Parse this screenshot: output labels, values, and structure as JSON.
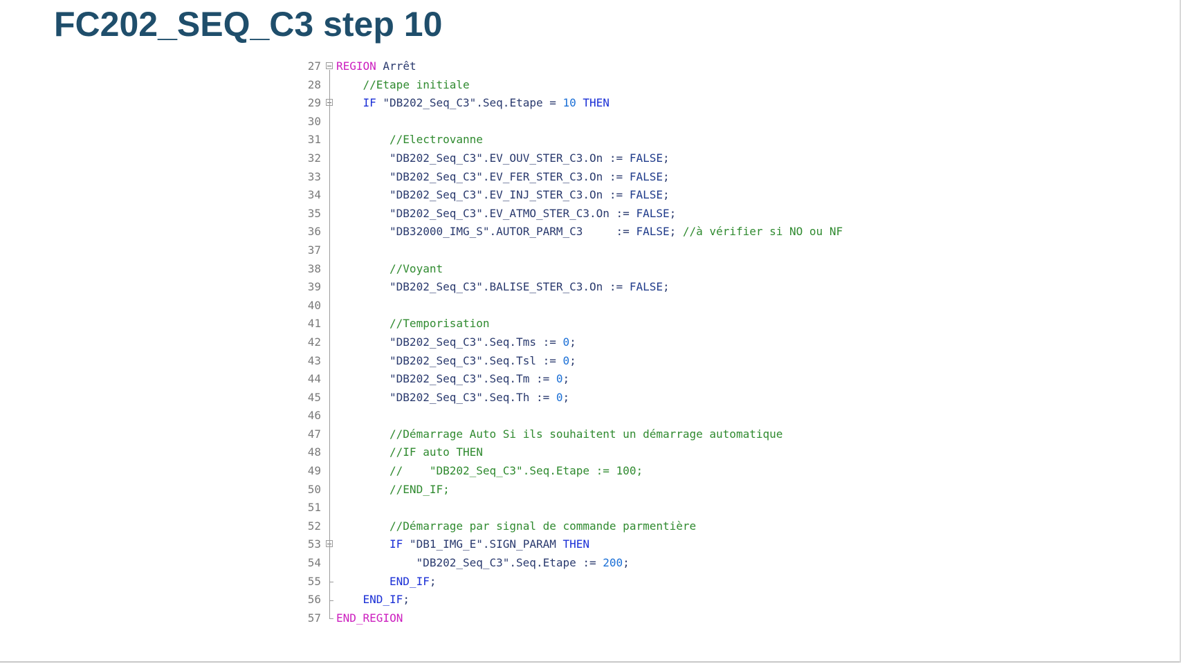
{
  "slide": {
    "title": "FC202_SEQ_C3 step 10"
  },
  "code": {
    "lines": [
      {
        "num": "27",
        "fold": "open",
        "indent": 0,
        "tokens": [
          {
            "t": "REGION",
            "c": "kw-region"
          },
          {
            "t": " Arrêt",
            "c": "ident"
          }
        ]
      },
      {
        "num": "28",
        "indent": 4,
        "tokens": [
          {
            "t": "//Etape initiale",
            "c": "cmt"
          }
        ]
      },
      {
        "num": "29",
        "fold": "open",
        "indent": 4,
        "tokens": [
          {
            "t": "IF",
            "c": "kw"
          },
          {
            "t": " \"DB202_Seq_C3\".Seq.Etape = ",
            "c": "ident"
          },
          {
            "t": "10",
            "c": "num"
          },
          {
            "t": " ",
            "c": "ident"
          },
          {
            "t": "THEN",
            "c": "kw"
          }
        ]
      },
      {
        "num": "30",
        "indent": 0,
        "tokens": []
      },
      {
        "num": "31",
        "indent": 8,
        "tokens": [
          {
            "t": "//Electrovanne",
            "c": "cmt"
          }
        ]
      },
      {
        "num": "32",
        "indent": 8,
        "tokens": [
          {
            "t": "\"DB202_Seq_C3\".EV_OUV_STER_C3.On := ",
            "c": "ident"
          },
          {
            "t": "FALSE",
            "c": "bool"
          },
          {
            "t": ";",
            "c": "ident"
          }
        ]
      },
      {
        "num": "33",
        "indent": 8,
        "tokens": [
          {
            "t": "\"DB202_Seq_C3\".EV_FER_STER_C3.On := ",
            "c": "ident"
          },
          {
            "t": "FALSE",
            "c": "bool"
          },
          {
            "t": ";",
            "c": "ident"
          }
        ]
      },
      {
        "num": "34",
        "indent": 8,
        "tokens": [
          {
            "t": "\"DB202_Seq_C3\".EV_INJ_STER_C3.On := ",
            "c": "ident"
          },
          {
            "t": "FALSE",
            "c": "bool"
          },
          {
            "t": ";",
            "c": "ident"
          }
        ]
      },
      {
        "num": "35",
        "indent": 8,
        "tokens": [
          {
            "t": "\"DB202_Seq_C3\".EV_ATMO_STER_C3.On := ",
            "c": "ident"
          },
          {
            "t": "FALSE",
            "c": "bool"
          },
          {
            "t": ";",
            "c": "ident"
          }
        ]
      },
      {
        "num": "36",
        "indent": 8,
        "tokens": [
          {
            "t": "\"DB32000_IMG_S\".AUTOR_PARM_C3     := ",
            "c": "ident"
          },
          {
            "t": "FALSE",
            "c": "bool"
          },
          {
            "t": "; ",
            "c": "ident"
          },
          {
            "t": "//à vérifier si NO ou NF",
            "c": "cmt"
          }
        ]
      },
      {
        "num": "37",
        "indent": 0,
        "tokens": []
      },
      {
        "num": "38",
        "indent": 8,
        "tokens": [
          {
            "t": "//Voyant",
            "c": "cmt"
          }
        ]
      },
      {
        "num": "39",
        "indent": 8,
        "tokens": [
          {
            "t": "\"DB202_Seq_C3\".BALISE_STER_C3.On := ",
            "c": "ident"
          },
          {
            "t": "FALSE",
            "c": "bool"
          },
          {
            "t": ";",
            "c": "ident"
          }
        ]
      },
      {
        "num": "40",
        "indent": 0,
        "tokens": []
      },
      {
        "num": "41",
        "indent": 8,
        "tokens": [
          {
            "t": "//Temporisation",
            "c": "cmt"
          }
        ]
      },
      {
        "num": "42",
        "indent": 8,
        "tokens": [
          {
            "t": "\"DB202_Seq_C3\".Seq.Tms := ",
            "c": "ident"
          },
          {
            "t": "0",
            "c": "num"
          },
          {
            "t": ";",
            "c": "ident"
          }
        ]
      },
      {
        "num": "43",
        "indent": 8,
        "tokens": [
          {
            "t": "\"DB202_Seq_C3\".Seq.Tsl := ",
            "c": "ident"
          },
          {
            "t": "0",
            "c": "num"
          },
          {
            "t": ";",
            "c": "ident"
          }
        ]
      },
      {
        "num": "44",
        "indent": 8,
        "tokens": [
          {
            "t": "\"DB202_Seq_C3\".Seq.Tm := ",
            "c": "ident"
          },
          {
            "t": "0",
            "c": "num"
          },
          {
            "t": ";",
            "c": "ident"
          }
        ]
      },
      {
        "num": "45",
        "indent": 8,
        "tokens": [
          {
            "t": "\"DB202_Seq_C3\".Seq.Th := ",
            "c": "ident"
          },
          {
            "t": "0",
            "c": "num"
          },
          {
            "t": ";",
            "c": "ident"
          }
        ]
      },
      {
        "num": "46",
        "indent": 0,
        "tokens": []
      },
      {
        "num": "47",
        "indent": 8,
        "tokens": [
          {
            "t": "//Démarrage Auto Si ils souhaitent un démarrage automatique",
            "c": "cmt"
          }
        ]
      },
      {
        "num": "48",
        "indent": 8,
        "tokens": [
          {
            "t": "//IF auto THEN",
            "c": "cmt"
          }
        ]
      },
      {
        "num": "49",
        "indent": 8,
        "tokens": [
          {
            "t": "//    \"DB202_Seq_C3\".Seq.Etape := 100;",
            "c": "cmt"
          }
        ]
      },
      {
        "num": "50",
        "indent": 8,
        "tokens": [
          {
            "t": "//END_IF;",
            "c": "cmt"
          }
        ]
      },
      {
        "num": "51",
        "indent": 0,
        "tokens": []
      },
      {
        "num": "52",
        "indent": 8,
        "tokens": [
          {
            "t": "//Démarrage par signal de commande parmentière",
            "c": "cmt"
          }
        ]
      },
      {
        "num": "53",
        "fold": "open",
        "indent": 8,
        "tokens": [
          {
            "t": "IF",
            "c": "kw"
          },
          {
            "t": " \"DB1_IMG_E\".SIGN_PARAM ",
            "c": "ident"
          },
          {
            "t": "THEN",
            "c": "kw"
          }
        ]
      },
      {
        "num": "54",
        "indent": 12,
        "tokens": [
          {
            "t": "\"DB202_Seq_C3\".Seq.Etape := ",
            "c": "ident"
          },
          {
            "t": "200",
            "c": "num"
          },
          {
            "t": ";",
            "c": "ident"
          }
        ]
      },
      {
        "num": "55",
        "indent": 8,
        "tokens": [
          {
            "t": "END_IF",
            "c": "kw"
          },
          {
            "t": ";",
            "c": "ident"
          }
        ]
      },
      {
        "num": "56",
        "indent": 4,
        "tokens": [
          {
            "t": "END_IF",
            "c": "kw"
          },
          {
            "t": ";",
            "c": "ident"
          }
        ]
      },
      {
        "num": "57",
        "indent": 0,
        "tokens": [
          {
            "t": "END_REGION",
            "c": "kw-region"
          }
        ]
      }
    ]
  }
}
